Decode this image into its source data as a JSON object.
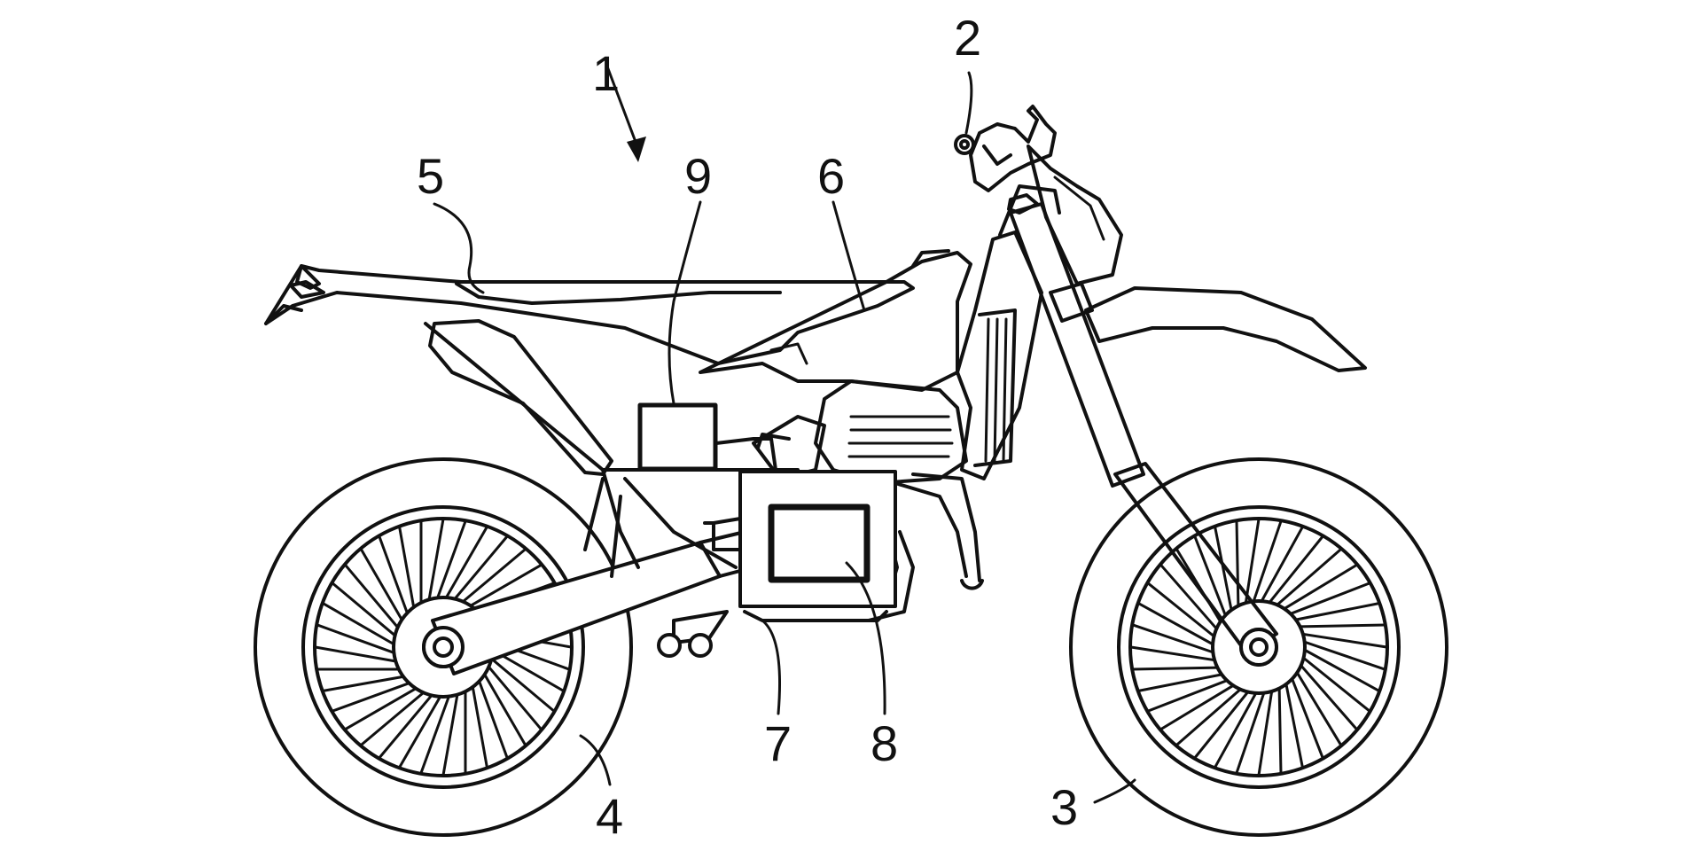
{
  "figure": {
    "reference_numerals": [
      "1",
      "2",
      "3",
      "4",
      "5",
      "6",
      "7",
      "8",
      "9"
    ]
  },
  "colors": {
    "line": "#111111",
    "background": "#ffffff"
  }
}
